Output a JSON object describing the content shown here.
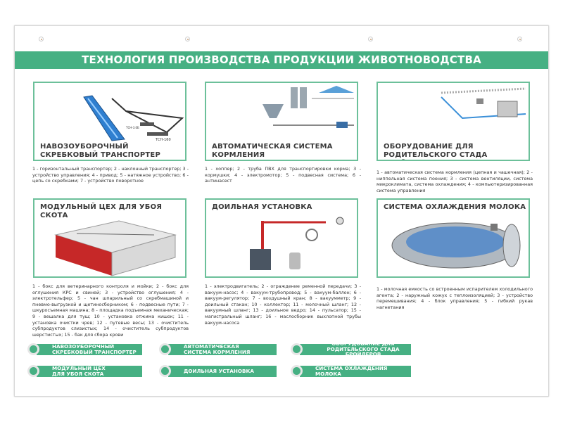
{
  "header": {
    "title": "ТЕХНОЛОГИЯ ПРОИЗВОДСТВА ПРОДУКЦИИ ЖИВОТНОВОДСТВА"
  },
  "cards": [
    {
      "title": "НАВОЗОУБОРОЧНЫЙ СКРЕБКОВЫЙ ТРАНСПОРТЕР",
      "labels": [
        "ТСН-3.0Б",
        "ТСН-160"
      ],
      "description": "1 - горизонтальный транспортер; 2 - наклонный транспортер; 3 - устройство управления; 4 - привод; 5 - натяжное устройство; 6 - цепь со скребками; 7 - устройство поворотное"
    },
    {
      "title": "АВТОМАТИЧЕСКАЯ СИСТЕМА КОРМЛЕНИЯ",
      "description": "1 - хоппер; 2 - труба ПВХ для транспортировки корма; 3 - кормушки; 4 - электромотор; 5 - подвесная система; 6 - антинасест"
    },
    {
      "title": "ОБОРУДОВАНИЕ ДЛЯ РОДИТЕЛЬСКОГО СТАДА БРОЙЛЕРОВ",
      "description": "1 - автоматическая система кормления (цепная и чашечная); 2 - ниппельная система поения; 3 - система вентиляции, система микроклимата, система охлаждения; 4 - компьютеризированная система управления"
    },
    {
      "title": "МОДУЛЬНЫЙ ЦЕХ ДЛЯ УБОЯ СКОТА",
      "description": "1 - бокс для ветеринарного контроля и мойки; 2 - бокс для оглушения КРС и свиней; 3 - устройство оглушения; 4 - электротельфер; 5 - чан шпарильный со скребмашиной и пневмо-выгрузкой и щетиносборником; 6 - подвесные пути; 7 - шкуросъемная машина; 8 - площадка подъемная механическая; 9 - вешалка для туш; 10 - установка отжима кишок; 11 - установка очистки чрев; 12 - путевые весы; 13 - очиститель субпродуктов слизистых; 14 - очиститель субпродуктов шерстистых; 15 - бак для сбора крови"
    },
    {
      "title": "ДОИЛЬНАЯ УСТАНОВКА",
      "description": "1 - электродвигатель; 2 - ограждение ременной передачи; 3 - вакуум-насос; 4 - вакуум-трубопровод; 5 - вакуум-баллон; 6 - вакуум-регулятор; 7 - воздушный кран; 8 - вакуумметр; 9 - доильный стакан; 10 - коллектор; 11 - молочный шланг; 12 - вакуумный шланг; 13 - доильное ведро; 14 - пульсатор; 15 - магистральный шланг; 16 - маслосборник выхлопной трубы вакуум-насоса"
    },
    {
      "title": "СИСТЕМА ОХЛАЖДЕНИЯ МОЛОКА",
      "description": "1 - молочная емкость со встроенным испарителем холодильного агента; 2 - наружный кожух с теплоизоляцией; 3 - устройство перемешивания; 4 - блок управления; 5 - гибкий рукав нагнетания"
    }
  ],
  "nav_buttons": [
    {
      "line1": "НАВОЗОУБОРОЧНЫЙ",
      "line2": "СКРЕБКОВЫЙ ТРАНСПОРТЕР"
    },
    {
      "line1": "АВТОМАТИЧЕСКАЯ",
      "line2": "СИСТЕМА КОРМЛЕНИЯ"
    },
    {
      "line1": "ОБОРУДОВАНИЕ ДЛЯ",
      "line2": "РОДИТЕЛЬСКОГО СТАДА БРОЙЛЕРОВ"
    },
    {
      "line1": "МОДУЛЬНЫЙ ЦЕХ",
      "line2": "ДЛЯ УБОЯ СКОТА"
    },
    {
      "line1": "ДОИЛЬНАЯ  УСТАНОВКА",
      "line2": ""
    },
    {
      "line1": "СИСТЕМА ОХЛАЖДЕНИЯ МОЛОКА",
      "line2": ""
    }
  ],
  "colors": {
    "accent": "#46b083",
    "border": "#6cc09a"
  }
}
